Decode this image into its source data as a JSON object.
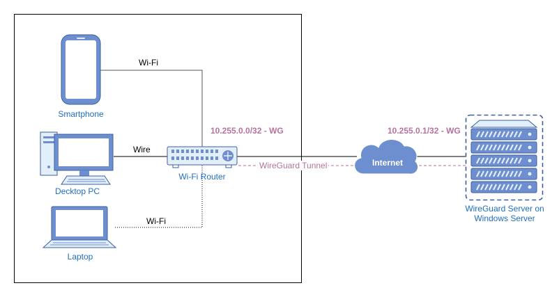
{
  "devices": {
    "smartphone": "Smartphone",
    "desktop": "Decktop PC",
    "laptop": "Laptop",
    "router": "Wi-Fi Router",
    "server_line1": "WireGuard Server on",
    "server_line2": "Windows Server"
  },
  "links": {
    "wifi_top": "Wi-Fi",
    "wire": "Wire",
    "wifi_bottom": "Wi-Fi",
    "tunnel": "WireGuard Tunnel",
    "cloud": "Internet"
  },
  "addresses": {
    "client": "10.255.0.0/32 - WG",
    "server": "10.255.0.1/32 - WG"
  },
  "colors": {
    "device_fill": "#6e8fcf",
    "device_light": "#e3eefb",
    "label_blue": "#1f6fc0",
    "tunnel": "#b5739d",
    "frame": "#000000"
  }
}
